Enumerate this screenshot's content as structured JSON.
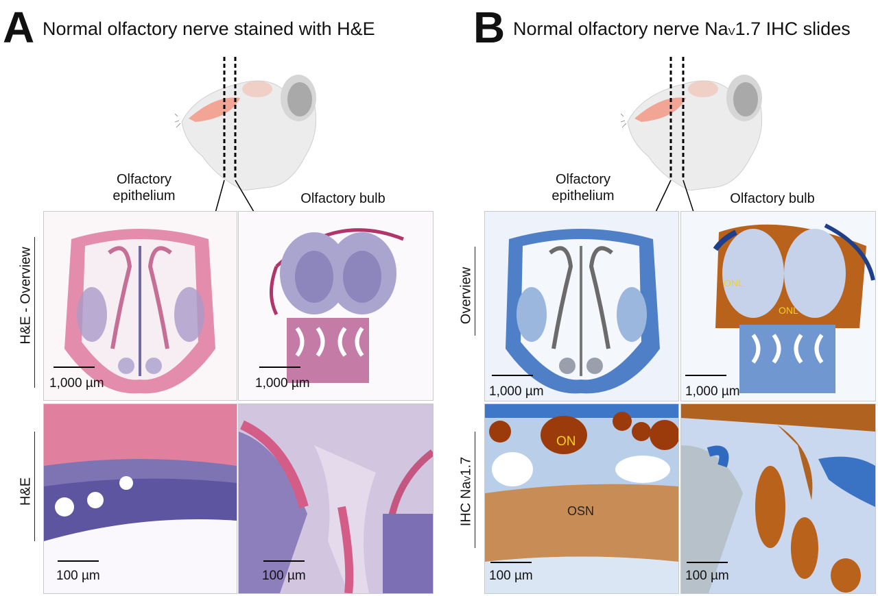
{
  "panel_a": {
    "letter": "A",
    "title": "Normal olfactory nerve stained with H&E",
    "col_labels": {
      "epithelium": "Olfactory\nepithelium",
      "bulb": "Olfactory bulb"
    },
    "row_labels": {
      "overview": "H&E - Overview",
      "detail": "H&E"
    },
    "scale_overview": "1,000 µm",
    "scale_detail": "100 µm"
  },
  "panel_b": {
    "letter": "B",
    "title_prefix": "Normal olfactory nerve Na",
    "title_sub": "V",
    "title_suffix": "1.7 IHC slides",
    "col_labels": {
      "epithelium": "Olfactory\nepithelium",
      "bulb": "Olfactory bulb"
    },
    "row_labels": {
      "overview": "Overview",
      "detail_prefix": "IHC Na",
      "detail_sub": "V",
      "detail_suffix": "1.7"
    },
    "scale_overview": "1,000 µm",
    "scale_detail": "100 µm",
    "tissue_labels": {
      "onl": "ONL",
      "on": "ON",
      "osn": "OSN"
    }
  },
  "colors": {
    "he_pink": "#d9668c",
    "he_purple": "#8a7fb6",
    "ihc_blue": "#5a86c9",
    "ihc_brown": "#a8520f",
    "label_yellow": "#f2d31a"
  }
}
